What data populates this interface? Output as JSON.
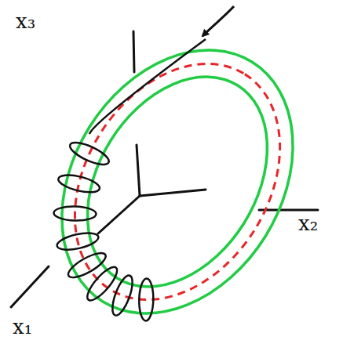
{
  "diagram": {
    "labels": [
      "x₃",
      "x₂",
      "x₁"
    ]
  }
}
